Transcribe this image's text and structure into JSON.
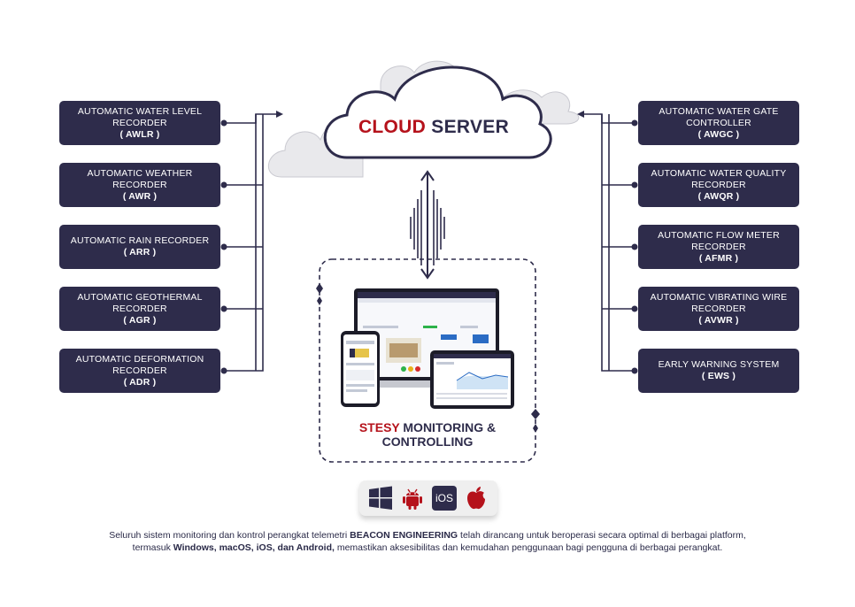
{
  "cloud": {
    "title_red": "CLOUD",
    "title_rest": "SERVER"
  },
  "left_nodes": [
    {
      "label": "AUTOMATIC WATER LEVEL RECORDER",
      "code": "( AWLR )"
    },
    {
      "label": "AUTOMATIC WEATHER RECORDER",
      "code": "( AWR )"
    },
    {
      "label": "AUTOMATIC RAIN RECORDER",
      "code": "( ARR )"
    },
    {
      "label": "AUTOMATIC GEOTHERMAL RECORDER",
      "code": "( AGR )"
    },
    {
      "label": "AUTOMATIC DEFORMATION RECORDER",
      "code": "( ADR )"
    }
  ],
  "right_nodes": [
    {
      "label": "AUTOMATIC WATER GATE CONTROLLER",
      "code": "( AWGC )"
    },
    {
      "label": "AUTOMATIC WATER QUALITY RECORDER",
      "code": "( AWQR )"
    },
    {
      "label": "AUTOMATIC FLOW METER RECORDER",
      "code": "( AFMR )"
    },
    {
      "label": "AUTOMATIC VIBRATING WIRE RECORDER",
      "code": "( AVWR )"
    },
    {
      "label": "EARLY WARNING SYSTEM",
      "code": "( EWS )"
    }
  ],
  "stesy": {
    "title_red": "STESY",
    "title_rest": "MONITORING &",
    "title_line2": "CONTROLLING"
  },
  "platforms": [
    {
      "name": "Windows",
      "icon": "windows-icon"
    },
    {
      "name": "Android",
      "icon": "android-icon"
    },
    {
      "name": "iOS",
      "icon": "ios-icon",
      "text": "iOS"
    },
    {
      "name": "macOS",
      "icon": "apple-icon"
    }
  ],
  "description": {
    "p1": "Seluruh sistem monitoring dan kontrol perangkat telemetri ",
    "b1": "BEACON ENGINEERING",
    "p2": " telah dirancang untuk beroperasi secara optimal di berbagai platform, termasuk ",
    "b2": "Windows, macOS, iOS, dan Android,",
    "p3": " memastikan aksesibilitas dan kemudahan penggunaan bagi pengguna di berbagai perangkat."
  },
  "colors": {
    "navy": "#2e2c4b",
    "red": "#b5121b",
    "cloud_gray": "#e9e9ec"
  }
}
